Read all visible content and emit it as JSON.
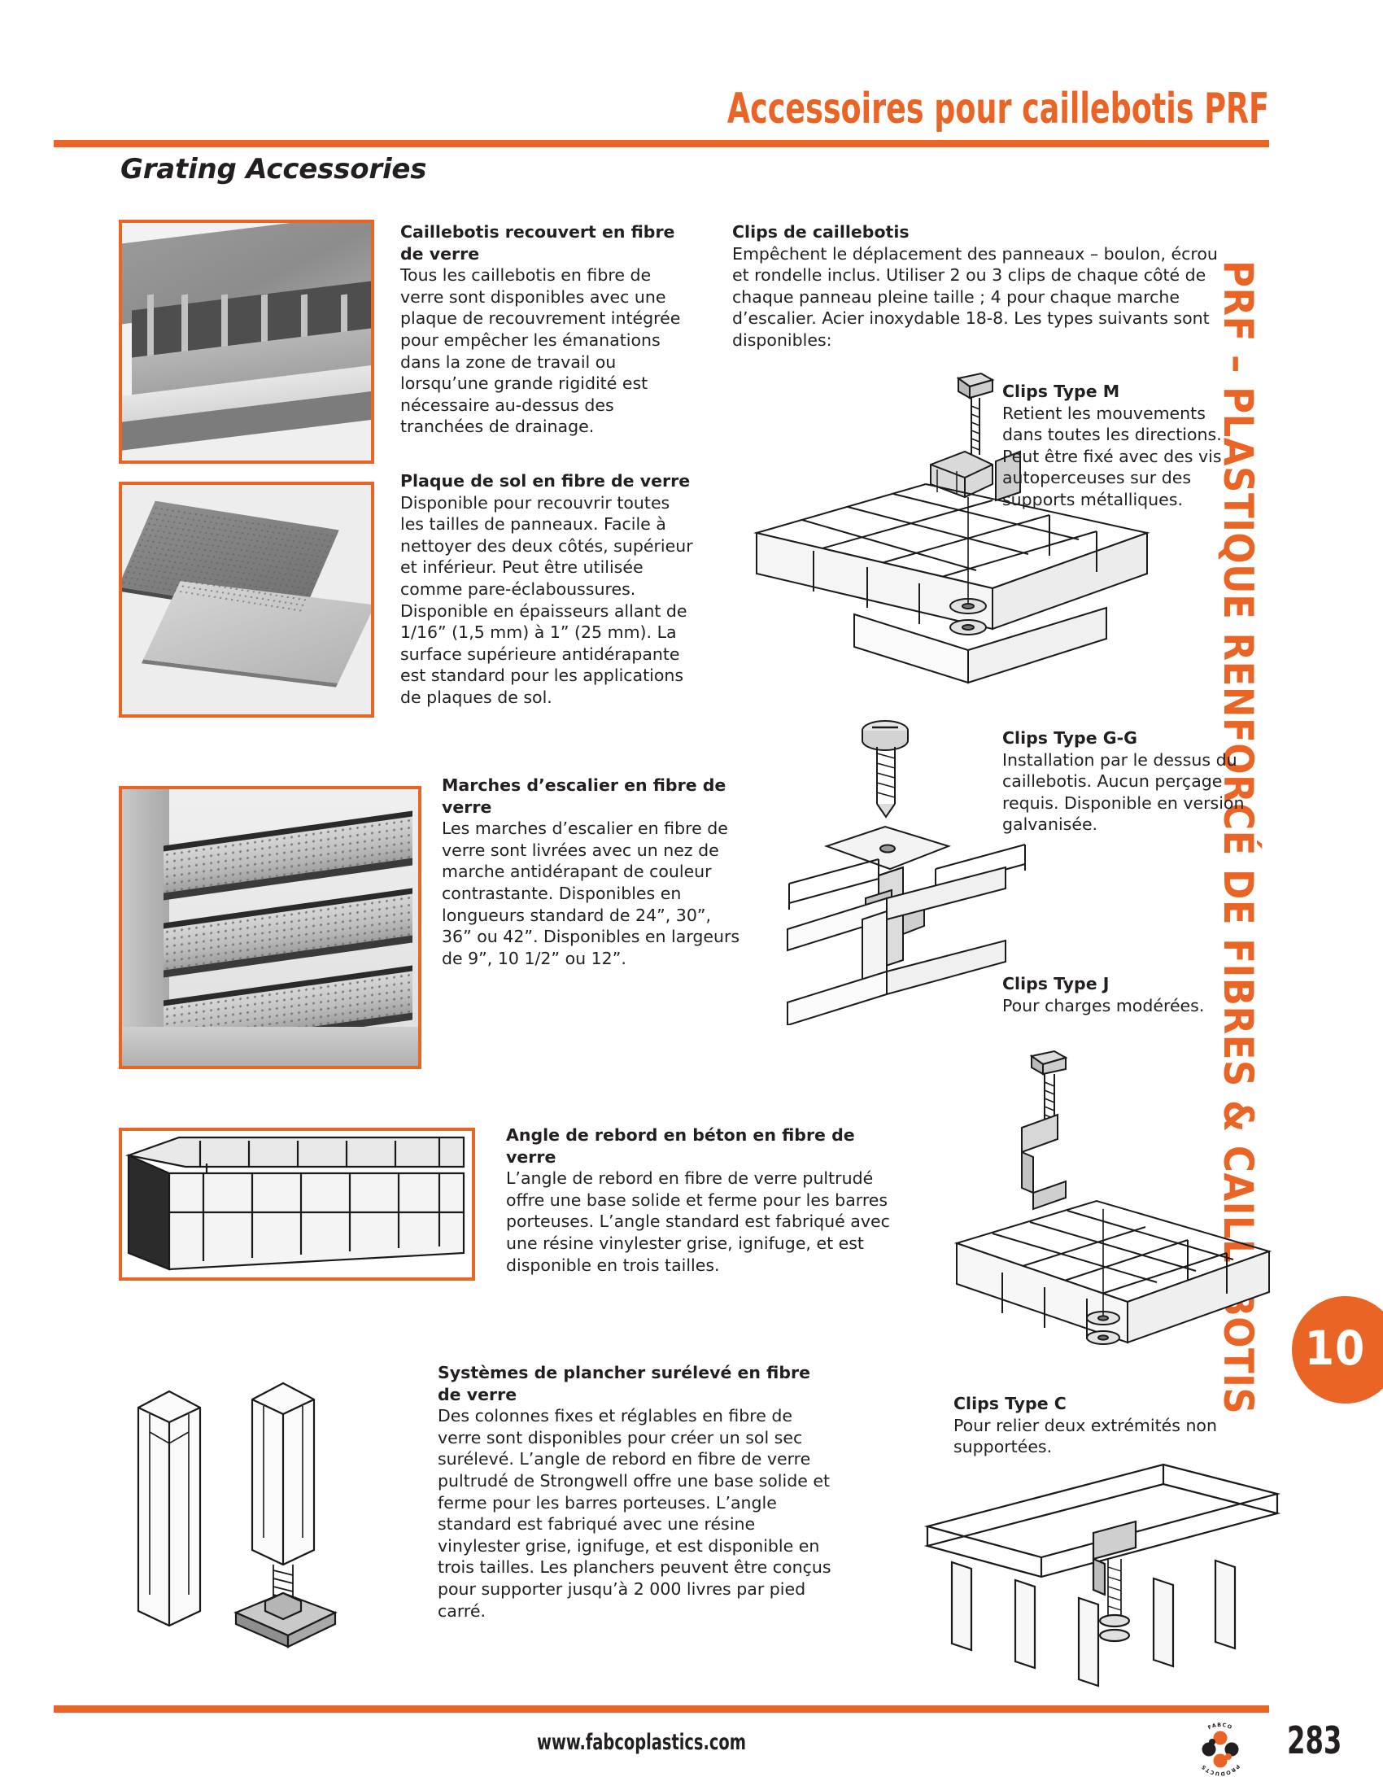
{
  "header": {
    "title": "Accessoires pour caillebotis PRF",
    "subtitle": "Grating Accessories"
  },
  "sidebar": {
    "vertical_label": "PRF – PLASTIQUE RENFORCÉ DE FIBRES & CAILLEBOTIS",
    "chapter_number": "10"
  },
  "left_column": {
    "blocks": [
      {
        "heading": "Caillebotis recouvert en fibre de verre",
        "body": "Tous les caillebotis en fibre de verre sont disponibles avec une plaque de recouvrement intégrée pour empêcher les émanations dans la zone de travail ou lorsqu’une grande rigidité est nécessaire au-dessus des tranchées de drainage."
      },
      {
        "heading": "Plaque de sol en fibre de verre",
        "body": "Disponible pour recouvrir toutes les tailles de panneaux. Facile à nettoyer des deux côtés, supérieur et inférieur. Peut être utilisée comme pare-éclaboussures. Disponible en épaisseurs allant de 1/16” (1,5 mm) à 1” (25 mm). La surface supérieure antidérapante est standard pour les applications de plaques de sol."
      },
      {
        "heading": "Marches d’escalier en fibre de verre",
        "body": "Les marches d’escalier en fibre de verre sont livrées avec un nez de marche antidérapant de couleur contrastante. Disponibles en longueurs standard de 24”, 30”, 36” ou 42”. Disponibles en largeurs de 9”, 10 1/2” ou 12”."
      },
      {
        "heading": "Angle de rebord en béton en fibre de verre",
        "body": "L’angle de rebord en fibre de verre pultrudé offre une base solide et ferme pour les barres porteuses. L’angle standard est fabriqué avec une résine vinylester grise, ignifuge, et est disponible en trois tailles."
      },
      {
        "heading": "Systèmes de plancher surélevé en fibre de verre",
        "body": "Des colonnes fixes et réglables en fibre de verre sont disponibles pour créer un sol sec surélevé. L’angle de rebord en fibre de verre pultrudé de Strongwell offre une base solide et ferme pour les barres porteuses. L’angle standard est fabriqué avec une résine vinylester grise, ignifuge, et est disponible en trois tailles. Les planchers peuvent être conçus pour supporter jusqu’à 2 000 livres par pied carré."
      }
    ]
  },
  "right_column": {
    "intro": {
      "heading": "Clips de caillebotis",
      "body": "Empêchent le déplacement des panneaux – boulon, écrou et rondelle inclus. Utiliser 2 ou 3 clips de chaque côté de chaque panneau pleine taille ; 4 pour chaque marche d’escalier. Acier inoxydable 18-8. Les types suivants sont disponibles:"
    },
    "clips": [
      {
        "heading": "Clips Type M",
        "body": "Retient les mouvements dans toutes les directions. Peut être fixé avec des vis autoperceuses sur des supports métalliques."
      },
      {
        "heading": "Clips Type G-G",
        "body": "Installation par le dessus du caillebotis. Aucun perçage requis. Disponible en version galvanisée."
      },
      {
        "heading": "Clips Type J",
        "body": "Pour charges modérées."
      },
      {
        "heading": "Clips Type C",
        "body": "Pour relier deux extrémités non supportées."
      }
    ]
  },
  "footer": {
    "url": "www.fabcoplastics.com",
    "page_number": "283",
    "logo_text_top": "FABCO",
    "logo_text_bottom": "PRODUCTS"
  },
  "colors": {
    "accent_orange": "#ea6425",
    "text_dark": "#231f20"
  }
}
